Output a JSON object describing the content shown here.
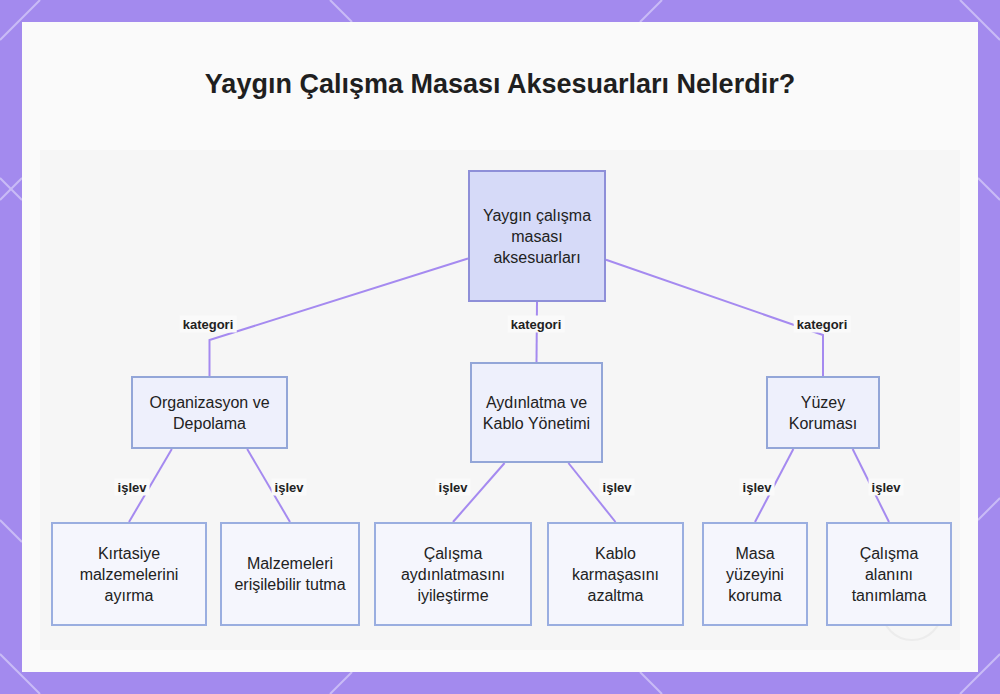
{
  "diagram": {
    "title": "Yaygın Çalışma Masası Aksesuarları Nelerdir?",
    "nodes": [
      {
        "text": [
          "Yaygın çalışma masası aksesuarları"
        ]
      },
      {
        "text": [
          "Organizasyon ve Depolama"
        ]
      },
      {
        "text": [
          "Aydınlatma ve Kablo Yönetimi"
        ]
      },
      {
        "text": [
          "Yüzey Koruması"
        ]
      },
      {
        "text": [
          "Kırtasiye malzemelerini ayırma"
        ]
      },
      {
        "text": [
          "Malzemeleri erişilebilir tutma"
        ]
      },
      {
        "text": [
          "Çalışma aydınlatmasını iyileştirme"
        ]
      },
      {
        "text": [
          "Kablo karmaşasını azaltma"
        ]
      },
      {
        "text": [
          "Masa yüzeyini koruma"
        ]
      },
      {
        "text": [
          "Çalışma alanını tanımlama"
        ]
      }
    ],
    "edges": [
      {
        "from": 0,
        "to": 1,
        "label": "kategori",
        "arrow": "none"
      },
      {
        "from": 0,
        "to": 2,
        "label": "kategori",
        "arrow": "none"
      },
      {
        "from": 0,
        "to": 3,
        "label": "kategori",
        "arrow": "none"
      },
      {
        "from": 1,
        "to": 4,
        "label": "işlev",
        "arrow": "none"
      },
      {
        "from": 1,
        "to": 5,
        "label": "işlev",
        "arrow": "none"
      },
      {
        "from": 2,
        "to": 6,
        "label": "işlev",
        "arrow": "none"
      },
      {
        "from": 2,
        "to": 7,
        "label": "işlev",
        "arrow": "none"
      },
      {
        "from": 3,
        "to": 8,
        "label": "işlev",
        "arrow": "none"
      },
      {
        "from": 3,
        "to": 9,
        "label": "işlev",
        "arrow": "none"
      }
    ]
  }
}
